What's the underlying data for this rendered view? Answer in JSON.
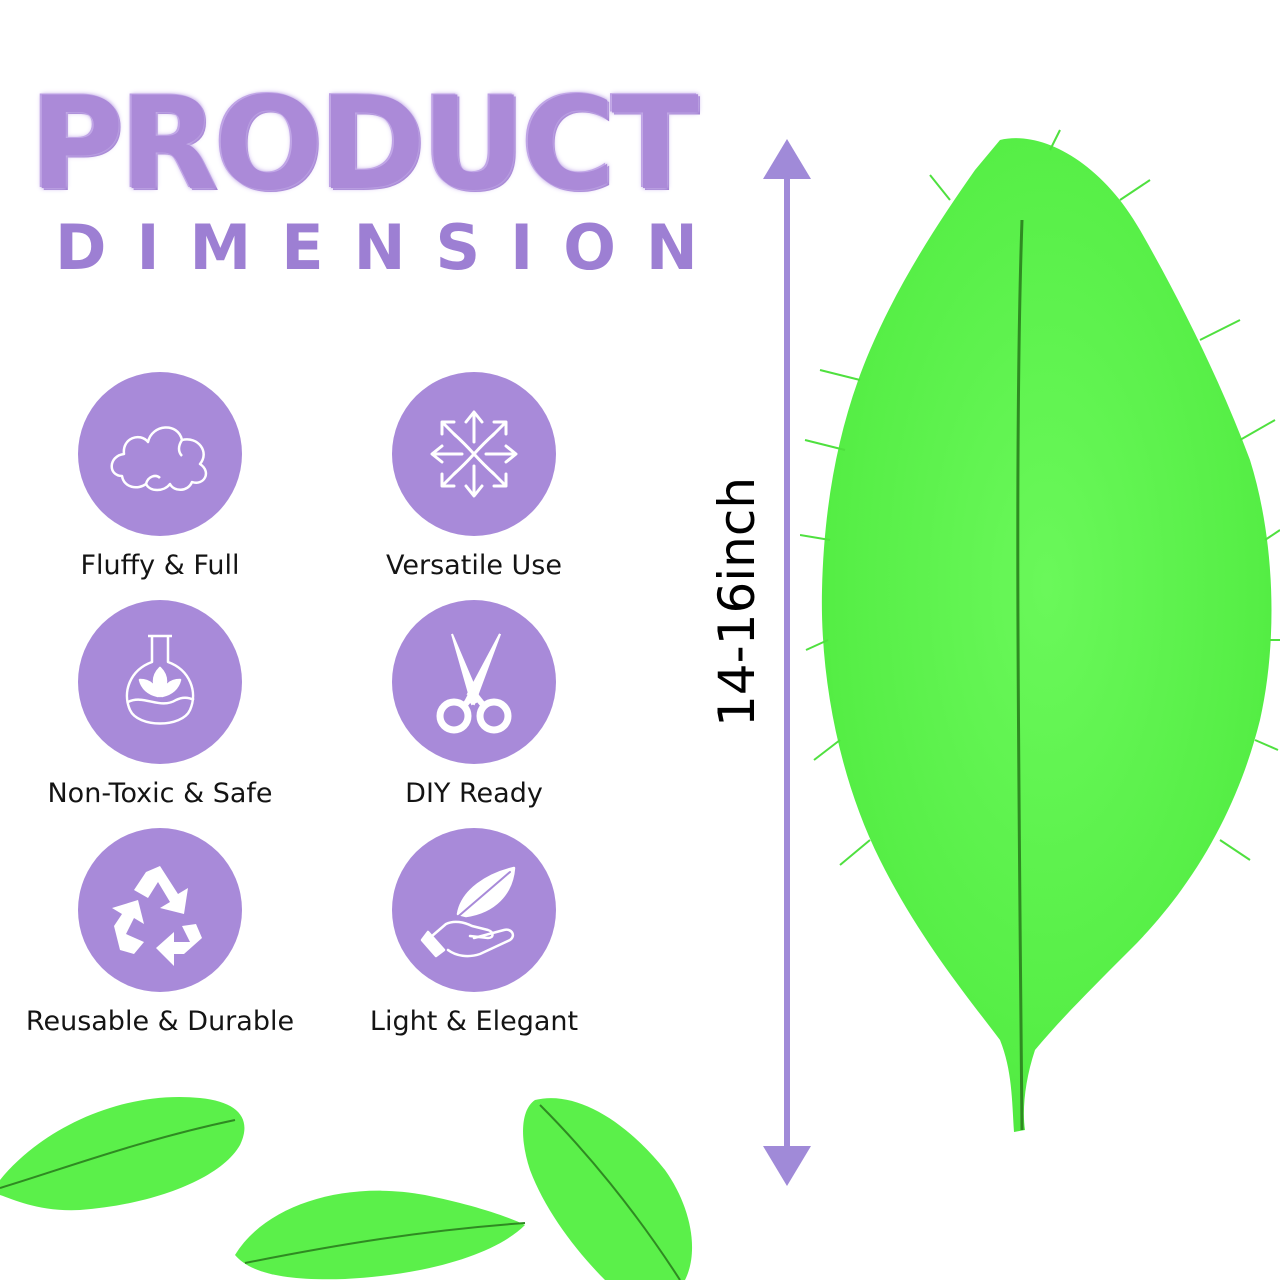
{
  "heading": {
    "line1": "PRODUCT",
    "line2": "DIMENSION"
  },
  "colors": {
    "accent": "#a88ad9",
    "heading": "#ab8ad8",
    "feather": "#5bf04a",
    "text": "#141414"
  },
  "features": [
    {
      "label": "Fluffy & Full",
      "icon": "cloud-icon"
    },
    {
      "label": "Versatile Use",
      "icon": "multi-direction-arrows-icon"
    },
    {
      "label": "Non-Toxic & Safe",
      "icon": "flask-leaf-icon"
    },
    {
      "label": "DIY Ready",
      "icon": "scissors-icon"
    },
    {
      "label": "Reusable & Durable",
      "icon": "recycle-icon"
    },
    {
      "label": "Light & Elegant",
      "icon": "hand-feather-icon"
    }
  ],
  "dimension": {
    "label": "14-16inch"
  },
  "images": {
    "main": "green-ostrich-feather-image",
    "decor": "small-green-feather-image"
  }
}
